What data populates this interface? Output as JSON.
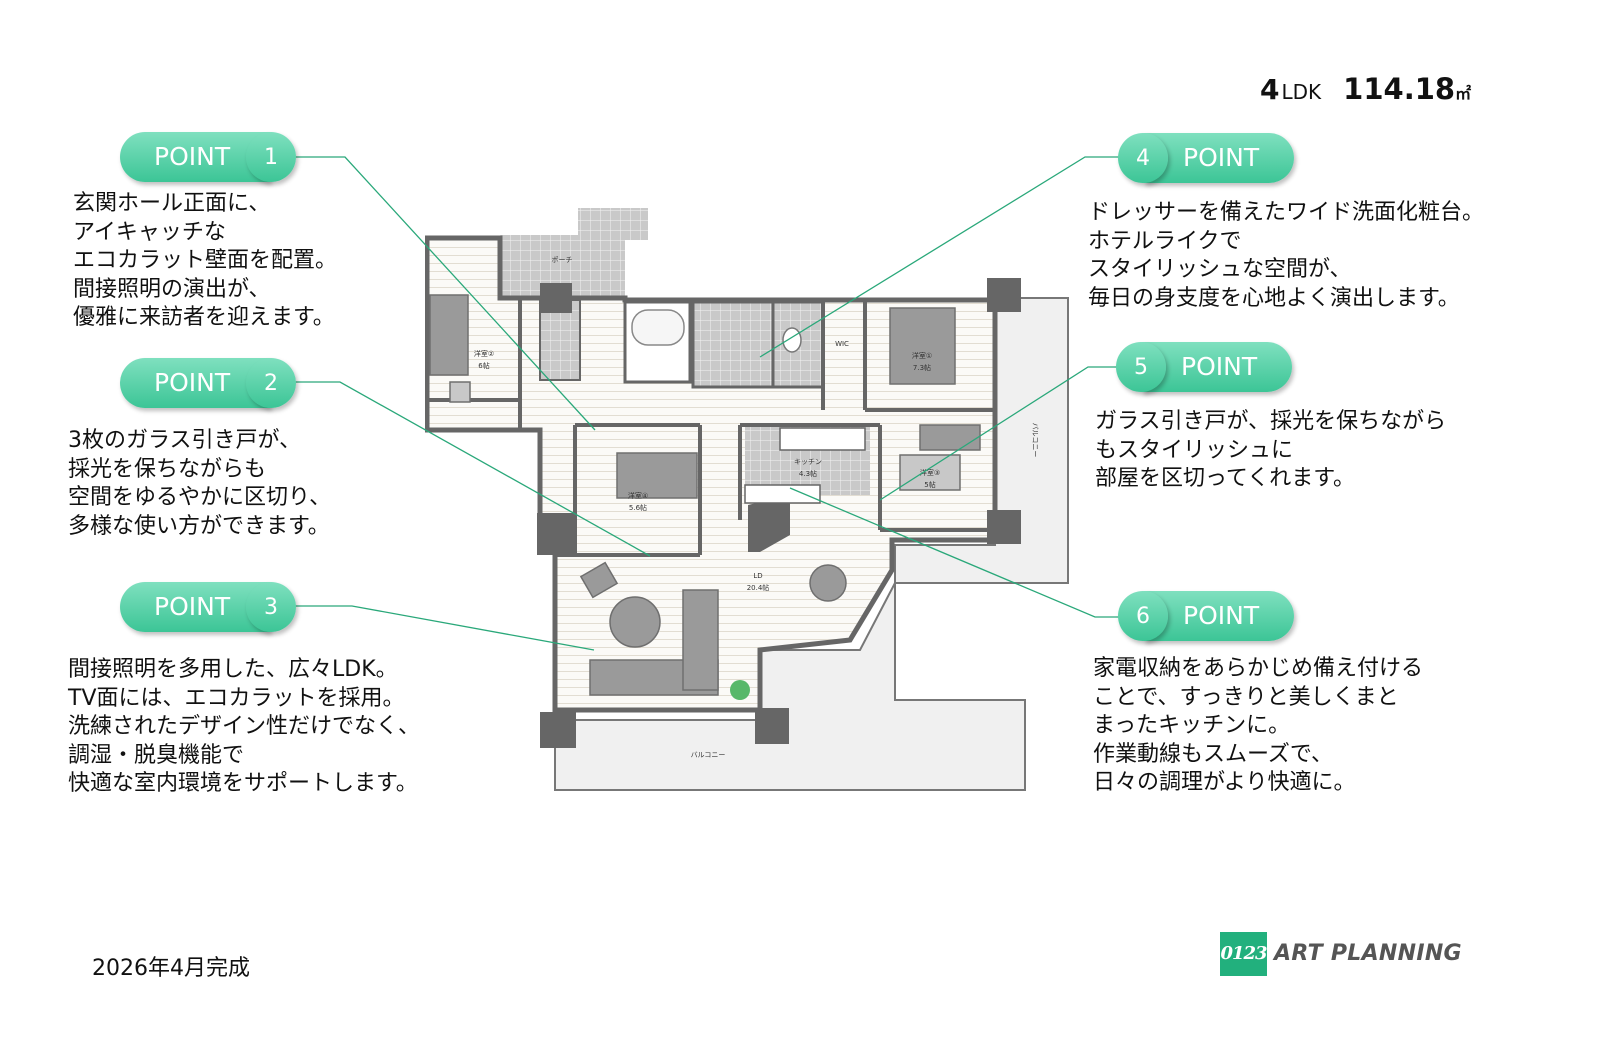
{
  "spec": {
    "layout_num": "4",
    "layout_type": "LDK",
    "area": "114.18",
    "area_unit": "㎡"
  },
  "points": [
    {
      "label": "POINT",
      "number": "1",
      "lines": [
        "玄関ホール正面に、",
        "アイキャッチな",
        "エコカラット壁面を配置。",
        "間接照明の演出が、",
        "優雅に来訪者を迎えます。"
      ]
    },
    {
      "label": "POINT",
      "number": "2",
      "lines": [
        "3枚のガラス引き戸が、",
        "採光を保ちながらも",
        "空間をゆるやかに区切り、",
        "多様な使い方ができます。"
      ]
    },
    {
      "label": "POINT",
      "number": "3",
      "lines": [
        "間接照明を多用した、広々LDK。",
        "TV面には、エコカラットを採用。",
        "洗練されたデザイン性だけでなく、",
        "調湿・脱臭機能で",
        "快適な室内環境をサポートします。"
      ]
    },
    {
      "label": "POINT",
      "number": "4",
      "lines": [
        "ドレッサーを備えたワイド洗面化粧台。",
        "ホテルライクで",
        "スタイリッシュな空間が、",
        "毎日の身支度を心地よく演出します。"
      ]
    },
    {
      "label": "POINT",
      "number": "5",
      "lines": [
        "ガラス引き戸が、採光を保ちながら",
        "もスタイリッシュに",
        "部屋を区切ってくれます。"
      ]
    },
    {
      "label": "POINT",
      "number": "6",
      "lines": [
        "家電収納をあらかじめ備え付ける",
        "ことで、すっきりと美しくまと",
        "まったキッチンに。",
        "作業動線もスムーズで、",
        "日々の調理がより快適に。"
      ]
    }
  ],
  "completion": "2026年4月完成",
  "logo": {
    "mark": "0123",
    "name": "ART PLANNING"
  },
  "floorplan": {
    "rooms": [
      {
        "name": "洋室②",
        "size": "6帖"
      },
      {
        "name": "洋室①",
        "size": "7.3帖"
      },
      {
        "name": "洋室④",
        "size": "5.6帖"
      },
      {
        "name": "洋室③",
        "size": "5帖"
      },
      {
        "name": "キッチン",
        "size": "4.3帖"
      },
      {
        "name": "LD",
        "size": "20.4帖"
      }
    ],
    "other_labels": {
      "porch": "ポーチ",
      "balcony_east": "バルコニー",
      "balcony_south": "バルコニー",
      "wic": "WIC"
    }
  },
  "colors": {
    "accent": "#3cc596",
    "leader": "#2aa87a",
    "wall": "#666666",
    "logo": "#22b07d"
  }
}
